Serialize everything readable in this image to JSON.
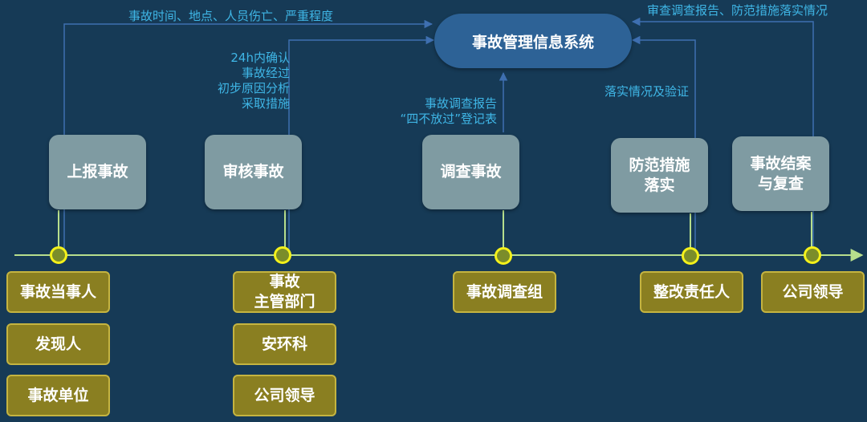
{
  "system": {
    "label": "事故管理信息系统"
  },
  "annotations": {
    "report_info": "事故时间、地点、人员伤亡、严重程度",
    "review_info": "24h内确认\n事故经过\n初步原因分析\n采取措施",
    "investigation_info": "事故调查报告\n“四不放过”登记表",
    "implementation_info": "落实情况及验证",
    "closure_info": "审查调查报告、防范措施落实情况"
  },
  "stages": [
    {
      "label": "上报事故"
    },
    {
      "label": "审核事故"
    },
    {
      "label": "调查事故"
    },
    {
      "label": "防范措施\n落实"
    },
    {
      "label": "事故结案\n与复查"
    }
  ],
  "roles": {
    "report": [
      "事故当事人",
      "发现人",
      "事故单位"
    ],
    "review": [
      "事故\n主管部门",
      "安环科",
      "公司领导"
    ],
    "investigate": [
      "事故调查组"
    ],
    "implement": [
      "整改责任人"
    ],
    "close": [
      "公司领导"
    ]
  },
  "colors": {
    "background": "#163a56",
    "system_fill": "#2d6296",
    "stage_fill": "#7f9ba2",
    "role_fill": "#8a7f21",
    "timeline": "#b7de8c",
    "connector": "#3e6fb0",
    "annotation_text": "#3fb6e6",
    "node_ring": "#f4f11a"
  }
}
